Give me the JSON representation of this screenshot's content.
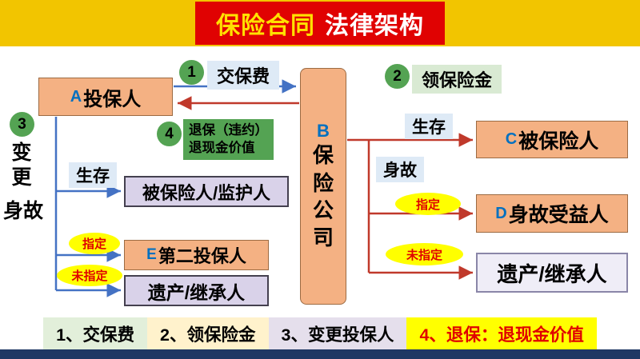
{
  "banner": {
    "title_part1": "保险合同",
    "title_part2": "法律架构"
  },
  "diagram": {
    "policyholder": {
      "letter": "A",
      "label": "投保人"
    },
    "insurer": {
      "letter": "B",
      "label": "保险公司"
    },
    "insured_right": {
      "letter": "C",
      "label": "被保险人"
    },
    "death_beneficiary": {
      "letter": "D",
      "label": "身故受益人"
    },
    "second_policyholder": {
      "letter": "E",
      "label": "第二投保人"
    },
    "insured_guardian": "被保险人/监护人",
    "estate_heir_left": "遗产/继承人",
    "estate_heir_right": "遗产/继承人",
    "step1": {
      "number": "1",
      "label": "交保费"
    },
    "step2": {
      "number": "2",
      "label": "领保险金"
    },
    "step3": {
      "number": "3",
      "label_change": "变更",
      "label_death": "身故"
    },
    "step4": {
      "number": "4",
      "line1": "退保（违约）",
      "line2": "退现金价值"
    },
    "cond_left_survive": "生存",
    "cond_left_designated": "指定",
    "cond_left_undesignated": "未指定",
    "cond_right_survive": "生存",
    "cond_right_death": "身故",
    "cond_right_designated": "指定",
    "cond_right_undesignated": "未指定"
  },
  "legend": {
    "items": [
      {
        "text": "1、交保费"
      },
      {
        "text": "2、领保险金"
      },
      {
        "text": "3、变更投保人"
      },
      {
        "text": "4、退保：退现金价值"
      }
    ]
  },
  "colors": {
    "banner_bg": "#F2C500",
    "banner_box": "#E00202",
    "title_yellow": "#FFE100",
    "node_orange": "#F4B183",
    "node_lavender": "#D9D2E9",
    "step_green": "#54A353",
    "cond_blue_bg": "#DEEAF6",
    "highlight_yellow": "#FFFF00",
    "arrow_blue": "#4472C4",
    "arrow_red": "#C0392B",
    "footer_navy": "#1F3864"
  }
}
